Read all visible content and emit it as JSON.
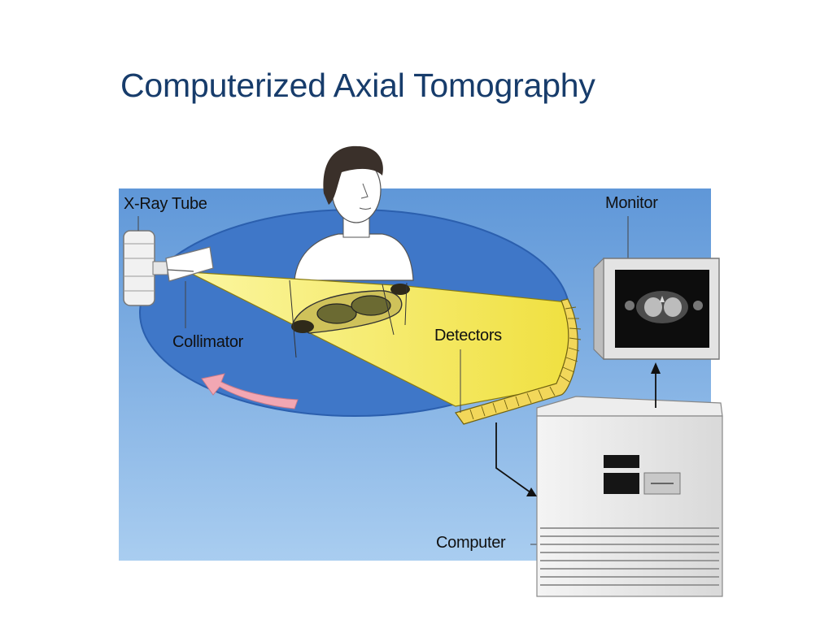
{
  "slide": {
    "title": "Computerized Axial Tomography"
  },
  "diagram": {
    "labels": {
      "xray_tube": "X-Ray Tube",
      "collimator": "Collimator",
      "detectors": "Detectors",
      "monitor": "Monitor",
      "computer": "Computer"
    },
    "colors": {
      "title": "#173c6b",
      "panel_background": "#8dbbe6",
      "gantry_ring": "#3f77c8",
      "xray_fan": "#f5ec55",
      "rotation_arrow": "#f2a7b3"
    }
  }
}
